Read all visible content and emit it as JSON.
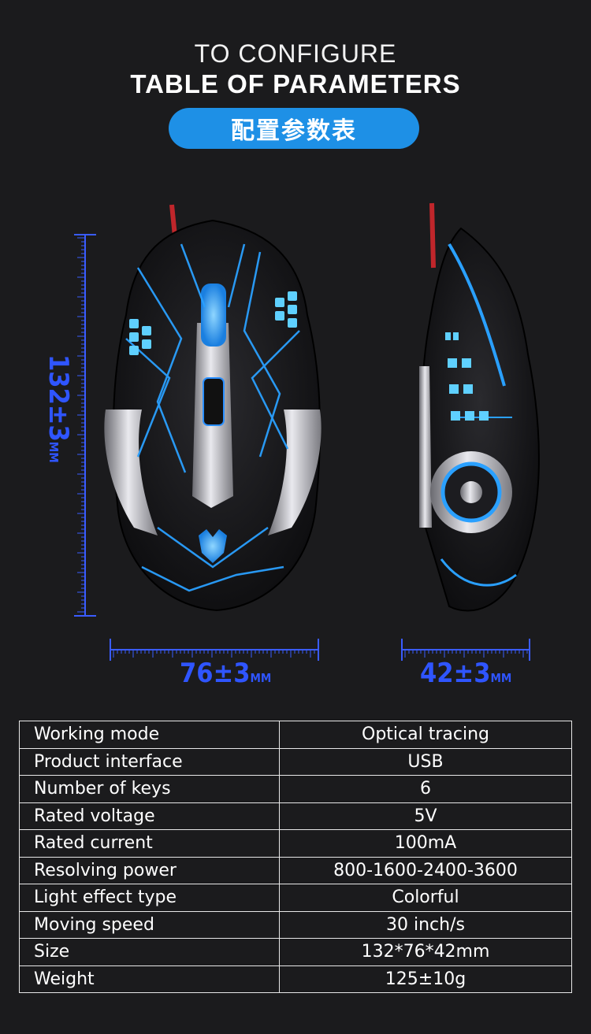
{
  "header": {
    "line1": "TO CONFIGURE",
    "line2": "TABLE OF PARAMETERS",
    "badge": "配置参数表"
  },
  "dimensions": {
    "height": "132±3",
    "width": "76±3",
    "depth": "42±3",
    "unit": "MM"
  },
  "colors": {
    "background": "#1b1b1d",
    "accent_blue": "#1e90e6",
    "dimension_blue": "#2f55ff",
    "glow_blue": "#29a8ff"
  },
  "parameters": [
    {
      "label": "Working mode",
      "value": "Optical tracing"
    },
    {
      "label": "Product interface",
      "value": "USB"
    },
    {
      "label": "Number of keys",
      "value": "6"
    },
    {
      "label": "Rated voltage",
      "value": "5V"
    },
    {
      "label": "Rated current",
      "value": "100mA"
    },
    {
      "label": "Resolving power",
      "value": "800-1600-2400-3600"
    },
    {
      "label": "Light effect type",
      "value": "Colorful"
    },
    {
      "label": "Moving speed",
      "value": "30 inch/s"
    },
    {
      "label": "Size",
      "value": "132*76*42mm"
    },
    {
      "label": "Weight",
      "value": "125±10g"
    }
  ]
}
